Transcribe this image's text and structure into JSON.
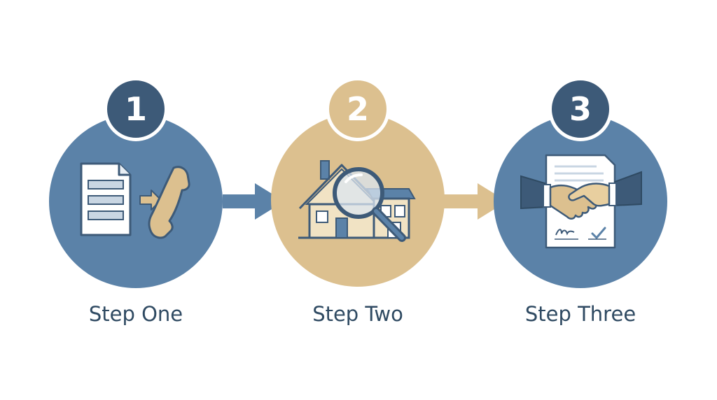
{
  "colors": {
    "blue": "#5b82a8",
    "tan": "#dcc08f",
    "navy": "#3d5a78",
    "label_text": "#2f4a62"
  },
  "steps": [
    {
      "number": "1",
      "label": "Step One",
      "icon": "document-to-phone-icon",
      "color": "#5b82a8"
    },
    {
      "number": "2",
      "label": "Step Two",
      "icon": "house-inspection-magnifier-icon",
      "color": "#dcc08f"
    },
    {
      "number": "3",
      "label": "Step Three",
      "icon": "handshake-contract-icon",
      "color": "#5b82a8"
    }
  ]
}
